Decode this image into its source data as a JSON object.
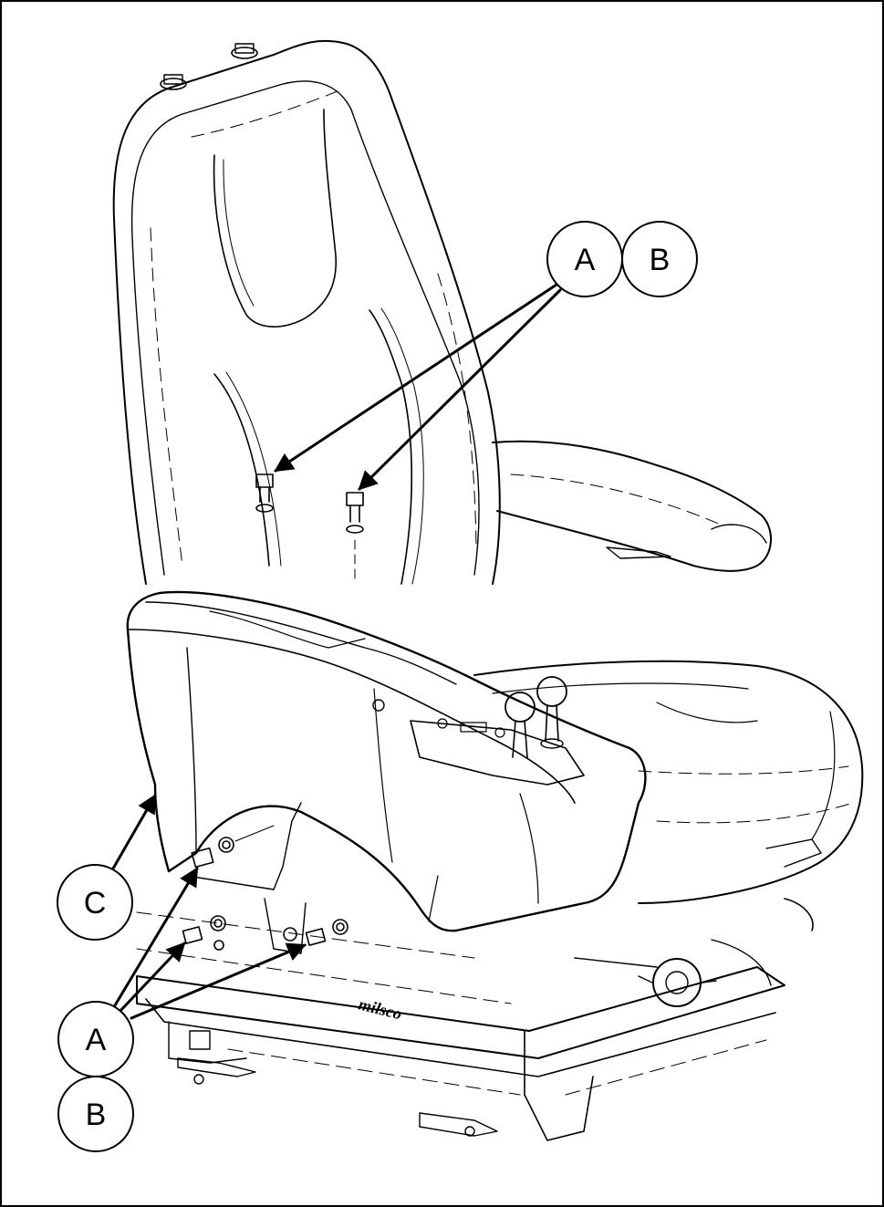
{
  "callouts": [
    {
      "id": "a-top",
      "label": "A"
    },
    {
      "id": "b-top",
      "label": "B"
    },
    {
      "id": "c",
      "label": "C"
    },
    {
      "id": "a-bottom",
      "label": "A"
    },
    {
      "id": "b-bottom",
      "label": "B"
    }
  ],
  "logo_text": "milsco",
  "colors": {
    "line": "#000000",
    "background": "#ffffff"
  }
}
